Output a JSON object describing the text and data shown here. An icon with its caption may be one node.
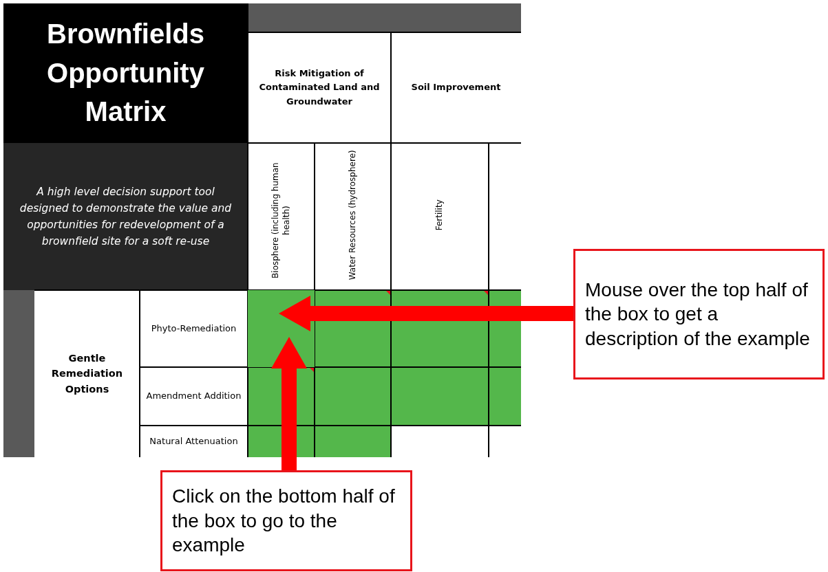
{
  "diagram": {
    "title": "Brownfields Opportunity Matrix",
    "nodes": [
      {
        "text": [],
        "shape": "box"
      },
      {
        "text": [
          "Mouse over the top half of the box to get a description of the example"
        ]
      },
      {
        "text": [
          "Click on the bottom half of the box to go to the example"
        ]
      }
    ],
    "edges": [
      {
        "from": 1,
        "to": 0,
        "arrow": "to"
      },
      {
        "from": 2,
        "to": 0,
        "arrow": "to"
      }
    ],
    "labels": [
      "A high level decision support tool designed to demonstrate the value and opportunities for redevelopment of a brownfield site for a soft re-use",
      "Risk Mitigation of Contaminated Land and Groundwater",
      "Soil Improvement",
      "Biosphere (including human health)",
      "Water Resources (hydrosphere)",
      "Fertility",
      "Gentle Remediation Options",
      "Phyto-Remediation",
      "Amendment Addition",
      "Natural Attenuation"
    ]
  }
}
